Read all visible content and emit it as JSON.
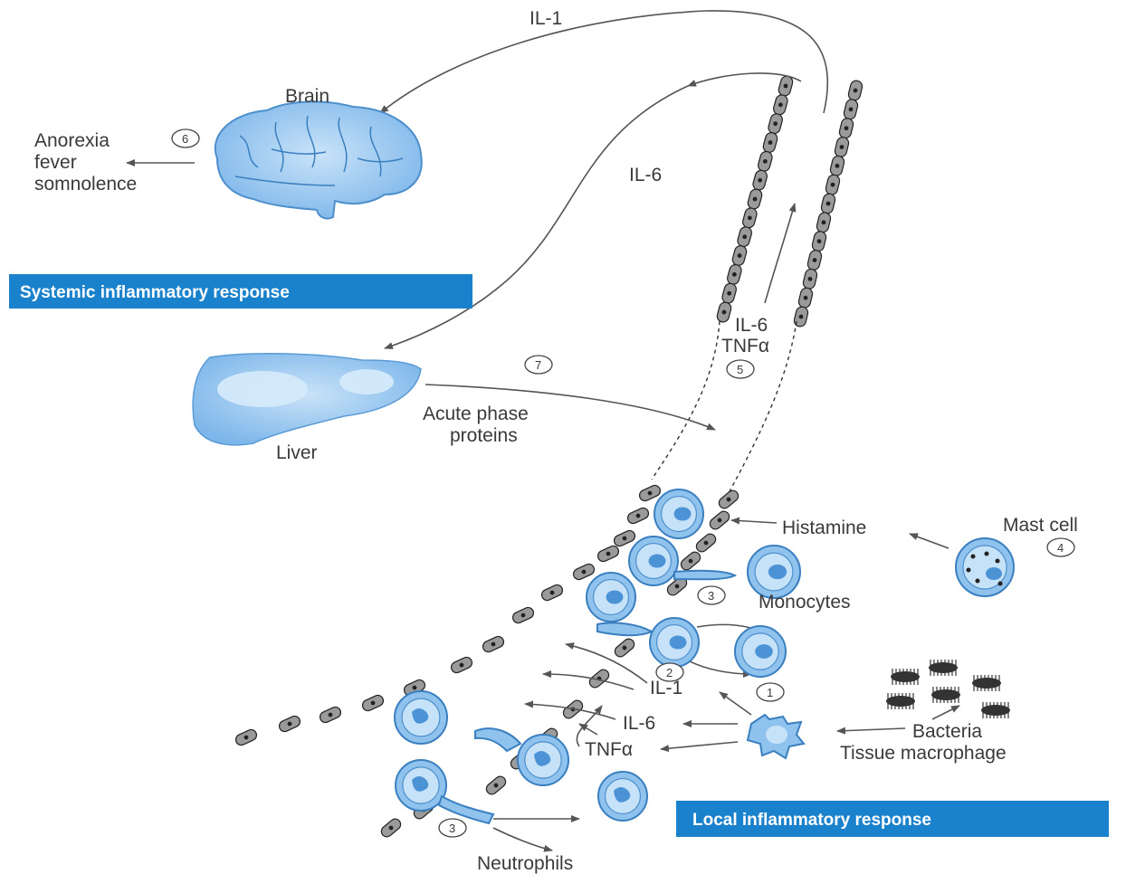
{
  "labels": {
    "il1_top": "IL-1",
    "brain": "Brain",
    "il6_mid": "IL-6",
    "anorexia": "Anorexia",
    "fever": "fever",
    "somnolence": "somnolence",
    "il6_vessel": "IL-6",
    "tnf_vessel": "TNFα",
    "liver": "Liver",
    "acute_phase": "Acute phase",
    "proteins": "proteins",
    "histamine": "Histamine",
    "mast_cell": "Mast cell",
    "monocytes": "Monocytes",
    "il1_local": "IL-1",
    "il6_local": "IL-6",
    "tnf_local": "TNFα",
    "bacteria": "Bacteria",
    "tissue_macrophage": "Tissue macrophage",
    "neutrophils": "Neutrophils"
  },
  "markers": {
    "m6": "6",
    "m7": "7",
    "m5": "5",
    "m4": "4",
    "m3a": "3",
    "m2": "2",
    "m1": "1",
    "m3b": "3"
  },
  "banners": {
    "systemic": "Systemic inflammatory  response",
    "local": "Local inflammatory  response"
  },
  "colors": {
    "banner": "#1a82cc",
    "organ": "#8fc3ee",
    "cell": "#8fc3ee",
    "endothelium": "#9a9a9a"
  }
}
